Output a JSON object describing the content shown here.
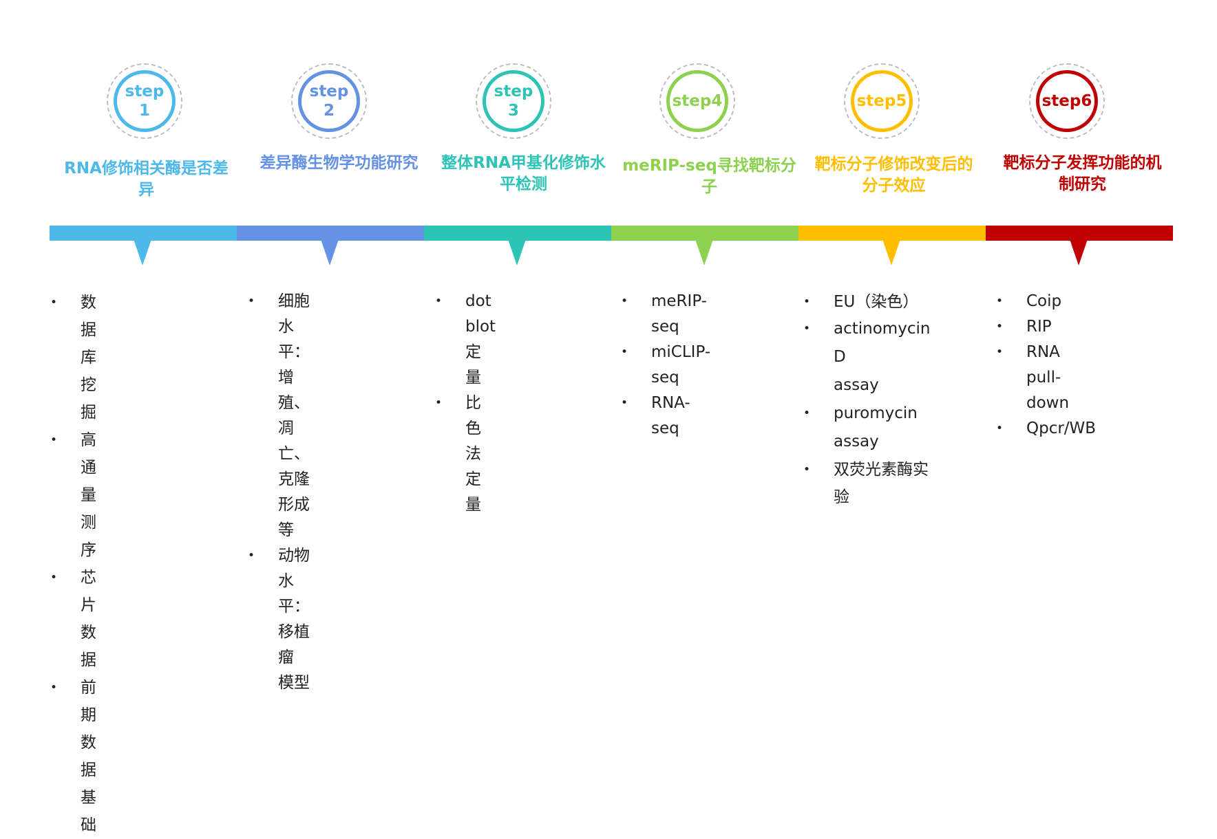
{
  "steps": [
    {
      "badge": "step\n1",
      "title": "RNA修饰相关酶是否差\n异",
      "color": "#4DB8EA",
      "items": [
        "数据库挖掘",
        "高通量测序",
        "芯片数据",
        "前期数据基础"
      ]
    },
    {
      "badge": "step\n2",
      "title": "差异酶生物学功能研究",
      "color": "#6391E4",
      "items": [
        "细胞水平：增殖、\n凋亡、克隆形成等",
        "动物水平：移植瘤\n模型"
      ]
    },
    {
      "badge": "step\n3",
      "title": "整体RNA甲基化修饰水\n平检测",
      "color": "#2DC4B6",
      "items": [
        "dot blot定量",
        "比色法定量"
      ]
    },
    {
      "badge": "step4",
      "title": "meRIP-seq寻找靶标分\n子",
      "color": "#8DD14F",
      "items": [
        "meRIP-seq",
        "miCLIP-seq",
        "RNA-seq"
      ]
    },
    {
      "badge": "step5",
      "title": "靶标分子修饰改变后的\n分子效应",
      "color": "#FFBE00",
      "items": [
        "EU（染色）",
        "actinomycin D\nassay",
        "puromycin assay",
        "双荧光素酶实验"
      ]
    },
    {
      "badge": "step6",
      "title": "靶标分子发挥功能的机\n制研究",
      "color": "#C00000",
      "items": [
        "Coip",
        "RIP",
        "RNA pull-down",
        "Qpcr/WB"
      ]
    }
  ]
}
